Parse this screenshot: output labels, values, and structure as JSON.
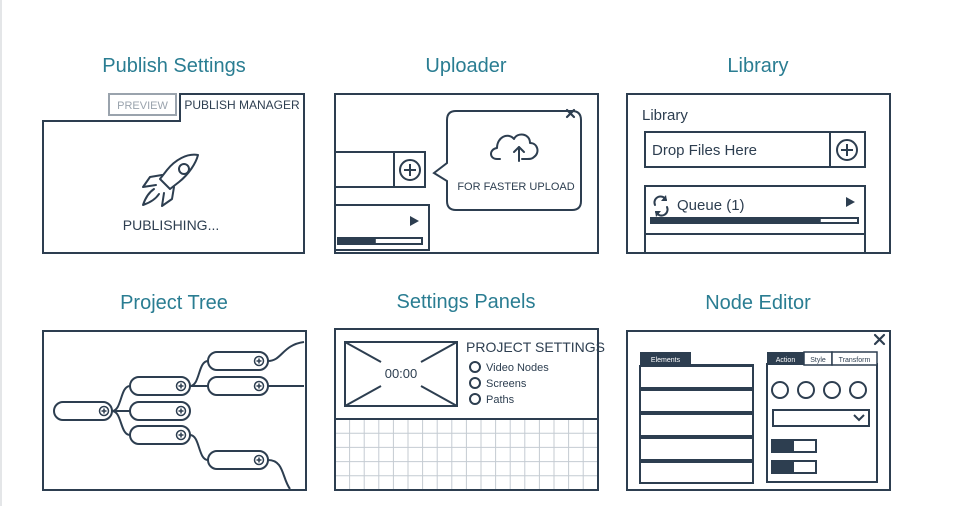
{
  "panels": {
    "publish_settings": {
      "title": "Publish Settings",
      "tab_preview": "PREVIEW",
      "tab_publish_manager": "PUBLISH MANAGER",
      "status": "PUBLISHING..."
    },
    "uploader": {
      "title": "Uploader",
      "tooltip_text": "FOR FASTER UPLOAD",
      "progress": 0.45
    },
    "library": {
      "title": "Library",
      "header": "Library",
      "drop_label": "Drop Files Here",
      "queue_label": "Queue (1)",
      "progress": 0.82
    },
    "project_tree": {
      "title": "Project Tree"
    },
    "settings_panels": {
      "title": "Settings Panels",
      "timecode": "00:00",
      "heading": "PROJECT SETTINGS",
      "options": [
        "Video Nodes",
        "Screens",
        "Paths"
      ]
    },
    "node_editor": {
      "title": "Node Editor",
      "tab_elements": "Elements",
      "tabs": [
        "Action",
        "Style",
        "Transform"
      ],
      "toggle1": 0.5,
      "toggle2": 0.5
    }
  },
  "colors": {
    "accent": "#2a7d92",
    "ink": "#2d3e50",
    "muted": "#9aa3ad",
    "grid": "#c4cbd2"
  }
}
